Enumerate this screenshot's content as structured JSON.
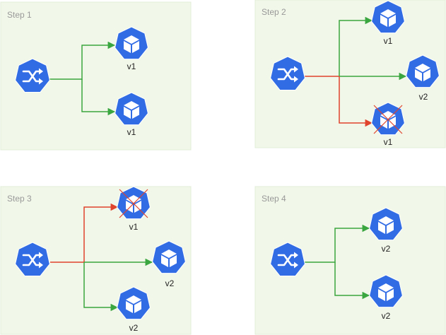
{
  "colors": {
    "panel_fill": "#f1f7e9",
    "panel_stroke": "#e3ecd8",
    "icon_blue": "#326ce5",
    "arrow_green": "#3aa63f",
    "arrow_red": "#e0442d",
    "cross_red": "#e0442d"
  },
  "panels": [
    {
      "title": "Step 1",
      "targets": [
        {
          "label": "v1"
        },
        {
          "label": "v1"
        }
      ]
    },
    {
      "title": "Step 2",
      "targets": [
        {
          "label": "v1"
        },
        {
          "label": "v2"
        },
        {
          "label": "v1"
        }
      ]
    },
    {
      "title": "Step 3",
      "targets": [
        {
          "label": "v1"
        },
        {
          "label": "v2"
        },
        {
          "label": "v2"
        }
      ]
    },
    {
      "title": "Step 4",
      "targets": [
        {
          "label": "v2"
        },
        {
          "label": "v2"
        }
      ]
    }
  ]
}
